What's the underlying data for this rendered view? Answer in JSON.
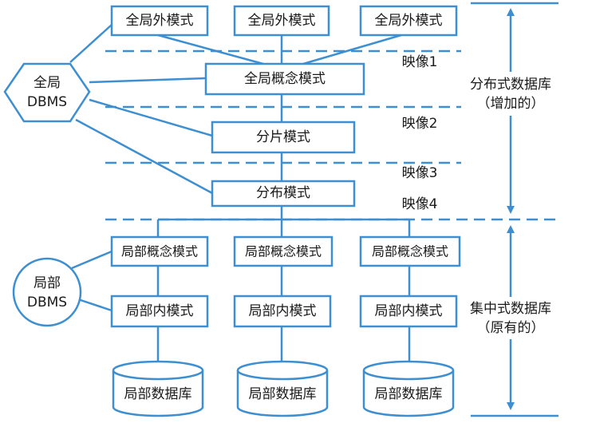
{
  "global_dbms": {
    "line1": "全局",
    "line2": "DBMS"
  },
  "local_dbms": {
    "line1": "局部",
    "line2": "DBMS"
  },
  "global_external_schemas": [
    "全局外模式",
    "全局外模式",
    "全局外模式"
  ],
  "global_conceptual_schema": "全局概念模式",
  "fragment_schema": "分片模式",
  "allocation_schema": "分布模式",
  "mappings": [
    "映像1",
    "映像2",
    "映像3",
    "映像4"
  ],
  "local_conceptual_schemas": [
    "局部概念模式",
    "局部概念模式",
    "局部概念模式"
  ],
  "local_internal_schemas": [
    "局部内模式",
    "局部内模式",
    "局部内模式"
  ],
  "local_databases": [
    "局部数据库",
    "局部数据库",
    "局部数据库"
  ],
  "side_labels": {
    "distributed": {
      "line1": "分布式数据库",
      "line2": "（增加的）"
    },
    "centralized": {
      "line1": "集中式数据库",
      "line2": "（原有的）"
    }
  },
  "colors": {
    "stroke": "#3d8fd1",
    "text": "#1a1a1a",
    "background": "#ffffff"
  }
}
